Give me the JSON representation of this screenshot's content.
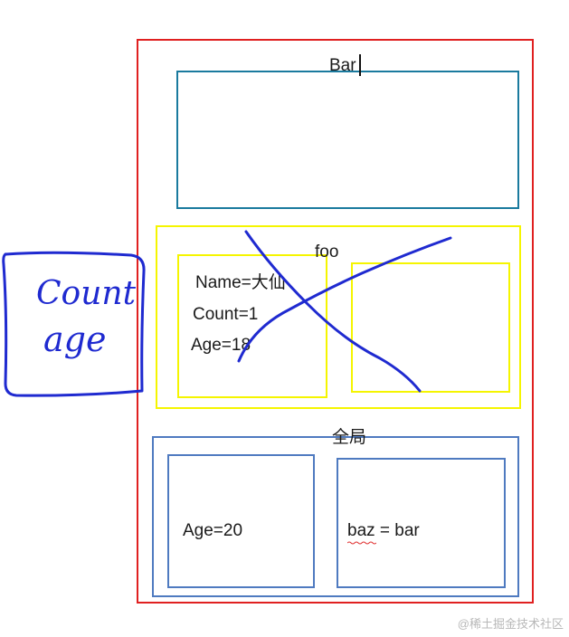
{
  "diagram": {
    "scopes": {
      "bar": {
        "label": "Bar"
      },
      "foo": {
        "label": "foo",
        "variables": [
          {
            "text": "Name=大仙"
          },
          {
            "text": "Count=1"
          },
          {
            "text": "Age=18"
          }
        ]
      },
      "global": {
        "label": "全局",
        "variables": [
          {
            "text": "Age=20"
          },
          {
            "text": "baz = bar"
          }
        ]
      }
    },
    "handwritten_note": [
      "Count",
      "age"
    ]
  },
  "colors": {
    "outer_frame": "#e02020",
    "bar_scope": "#1a7a9e",
    "foo_scope": "#f5f500",
    "global_scope": "#4f7ac0",
    "ink": "#1f2ad0"
  },
  "watermark": "@稀土掘金技术社区"
}
